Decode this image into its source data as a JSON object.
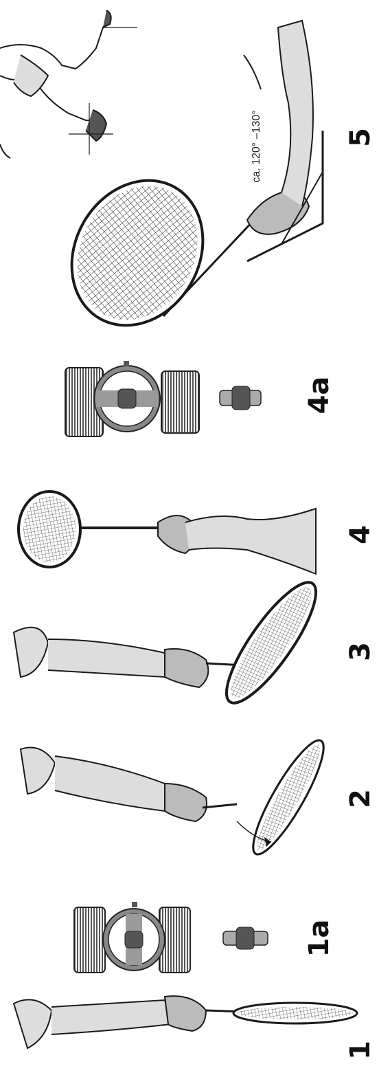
{
  "figure": {
    "labels": {
      "fig1": "1",
      "fig1a": "1a",
      "fig2": "2",
      "fig3": "3",
      "fig4": "4",
      "fig4a": "4a",
      "fig5": "5"
    },
    "angle_annotation": "ca. 120°  –130°"
  },
  "colors": {
    "ink": "#1a1a1a",
    "grey": "#9a9a9a",
    "light": "#c8c8c8"
  }
}
